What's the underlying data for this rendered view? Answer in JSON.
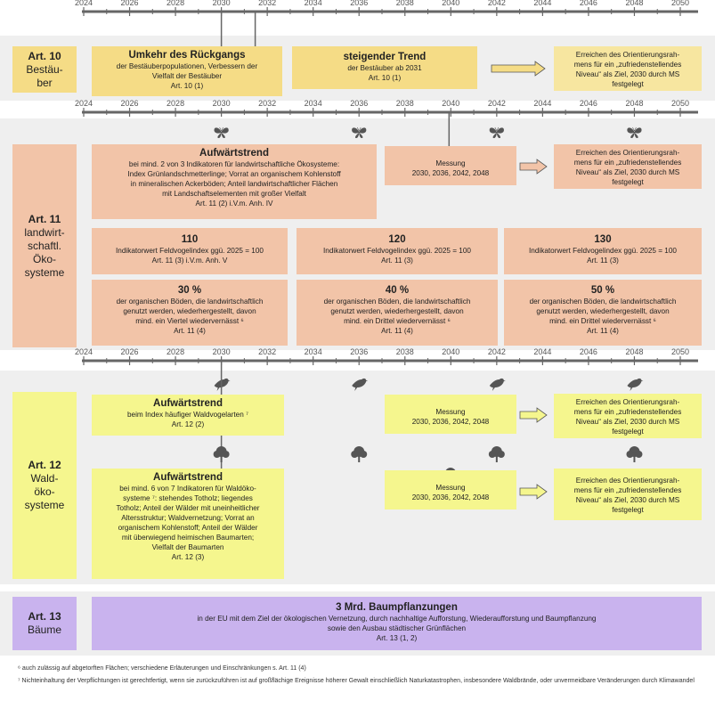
{
  "years": [
    "2024",
    "2026",
    "2028",
    "2030",
    "2032",
    "2034",
    "2036",
    "2038",
    "2040",
    "2042",
    "2044",
    "2046",
    "2048",
    "2050"
  ],
  "colors": {
    "yellow": "#f5dc86",
    "salmon": "#f2c4a8",
    "lime": "#f5f68e",
    "purple": "#c9b3ee",
    "line": "#666666"
  },
  "art10": {
    "label_art": "Art. 10",
    "label_name": "Bestäu-\nber",
    "box1": {
      "title": "Umkehr des Rückgangs",
      "body": "der Bestäuberpopulationen, Verbessern der\nVielfalt der Bestäuber\nArt. 10 (1)"
    },
    "box2": {
      "title": "steigender Trend",
      "body": "der Bestäuber ab 2031\nArt. 10 (1)"
    },
    "goal": "Erreichen des Orientierungsrah-\nmens für ein „zufriedenstellendes\nNiveau“ als Ziel, 2030 durch MS\nfestgelegt"
  },
  "art11": {
    "label_art": "Art. 11",
    "label_name": "landwirt-\nschaftl.\nÖko-\nsysteme",
    "trend": {
      "title": "Aufwärtstrend",
      "body": "bei mind. 2 von 3 Indikatoren für landwirtschaftliche Ökosysteme:\nIndex Grünlandschmetterlinge; Vorrat an organischem Kohlenstoff\nin mineralischen Ackerböden; Anteil landwirtschaftlicher Flächen\nmit Landschaftselementen mit großer Vielfalt\nArt. 11 (2) i.V.m. Anh. IV"
    },
    "measure": "Messung\n2030, 2036, 2042, 2048",
    "goal": "Erreichen des Orientierungsrah-\nmens für ein „zufriedenstellendes\nNiveau“ als Ziel, 2030 durch MS\nfestgelegt",
    "fv": [
      {
        "title": "110",
        "body": "Indikatorwert Feldvogelindex ggü. 2025 = 100\nArt. 11 (3) i.V.m. Anh. V"
      },
      {
        "title": "120",
        "body": "Indikatorwert Feldvogelindex ggü. 2025 = 100\nArt. 11 (3)"
      },
      {
        "title": "130",
        "body": "Indikatorwert Feldvogelindex ggü. 2025 = 100\nArt. 11 (3)"
      }
    ],
    "moor": [
      {
        "title": "30 %",
        "body": "der organischen Böden, die landwirtschaftlich\ngenutzt werden, wiederhergestellt, davon\nmind. ein Viertel wiedervernässt ⁶\nArt. 11 (4)"
      },
      {
        "title": "40 %",
        "body": "der organischen Böden, die landwirtschaftlich\ngenutzt werden, wiederhergestellt, davon\nmind. ein Drittel wiedervernässt ⁶\nArt. 11 (4)"
      },
      {
        "title": "50 %",
        "body": "der organischen Böden, die landwirtschaftlich\ngenutzt werden, wiederhergestellt, davon\nmind. ein Drittel wiedervernässt ⁶\nArt. 11 (4)"
      }
    ]
  },
  "art12": {
    "label_art": "Art. 12",
    "label_name": "Wald-\nöko-\nsysteme",
    "trend1": {
      "title": "Aufwärtstrend",
      "body": "beim Index häufiger Waldvogelarten ⁷\nArt. 12 (2)"
    },
    "measure1": "Messung\n2030, 2036, 2042, 2048",
    "goal1": "Erreichen des Orientierungsrah-\nmens für ein „zufriedenstellendes\nNiveau“ als Ziel, 2030 durch MS\nfestgelegt",
    "trend2": {
      "title": "Aufwärtstrend",
      "body": "bei mind. 6 von 7 Indikatoren für Waldöko-\nsysteme ⁷: stehendes Totholz; liegendes\nTotholz; Anteil der Wälder mit uneinheitlicher\nAltersstruktur; Waldvernetzung; Vorrat an\norganischem Kohlenstoff; Anteil der Wälder\nmit überwiegend heimischen Baumarten;\nVielfalt der Baumarten\nArt. 12 (3)"
    },
    "measure2": "Messung\n2030, 2036, 2042, 2048",
    "goal2": "Erreichen des Orientierungsrah-\nmens für ein „zufriedenstellendes\nNiveau“ als Ziel, 2030 durch MS\nfestgelegt"
  },
  "art13": {
    "label_art": "Art. 13",
    "label_name": "Bäume",
    "box": {
      "title": "3 Mrd. Baumpflanzungen",
      "body": "in der EU mit dem Ziel der ökologischen Vernetzung, durch nachhaltige Aufforstung, Wiederaufforstung und Baumpflanzung\nsowie den Ausbau städtischer Grünflächen\nArt. 13 (1, 2)"
    }
  },
  "footnotes": {
    "f6": "⁶ auch zulässig auf abgetorften Flächen; verschiedene Erläuterungen und Einschränkungen s. Art. 11 (4)",
    "f7": "⁷ Nichteinhaltung der Verpflichtungen ist gerechtfertigt, wenn sie zurückzuführen ist auf großflächige Ereignisse höherer Gewalt einschließlich Naturkatastrophen, insbesondere Waldbrände, oder unvermeidbare Veränderungen durch Klimawandel"
  },
  "icons": [
    "butterfly-icon",
    "bird-icon",
    "tree-icon",
    "arrow-right-icon"
  ]
}
